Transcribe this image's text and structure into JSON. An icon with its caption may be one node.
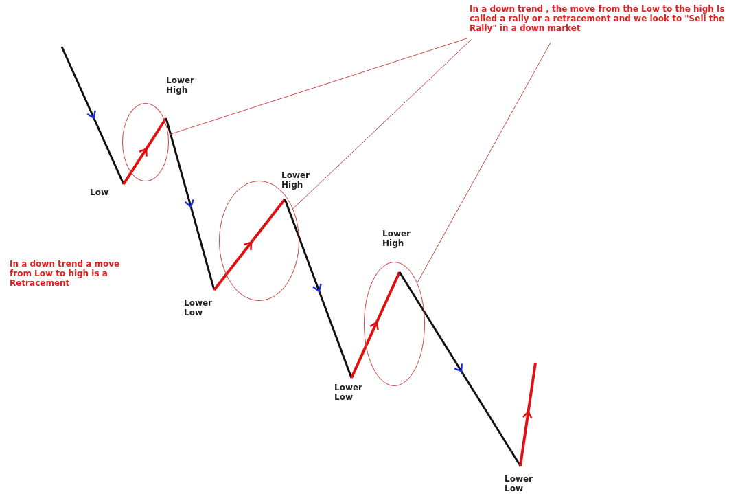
{
  "diagram": {
    "nodes": [
      {
        "text": [
          "In a down trend , the move from the Low to the high Is called a rally or a retracement and we look to \"Sell the Rally\" in a down market"
        ]
      },
      {
        "text": [],
        "shape": "circle"
      },
      {
        "text": [],
        "shape": "circle"
      },
      {
        "text": [],
        "shape": "circle"
      }
    ],
    "edges": [
      {
        "from": 0,
        "to": 1,
        "arrow": "none"
      },
      {
        "from": 0,
        "to": 2,
        "arrow": "none"
      },
      {
        "from": 0,
        "to": 3,
        "arrow": "none"
      }
    ],
    "labels": [
      "Lower High",
      "Lower High",
      "Low",
      "Lower High",
      "In a down trend a move from Low to high is a Retracement",
      "Lower Low",
      "Lower Low",
      "Lower Low"
    ]
  }
}
